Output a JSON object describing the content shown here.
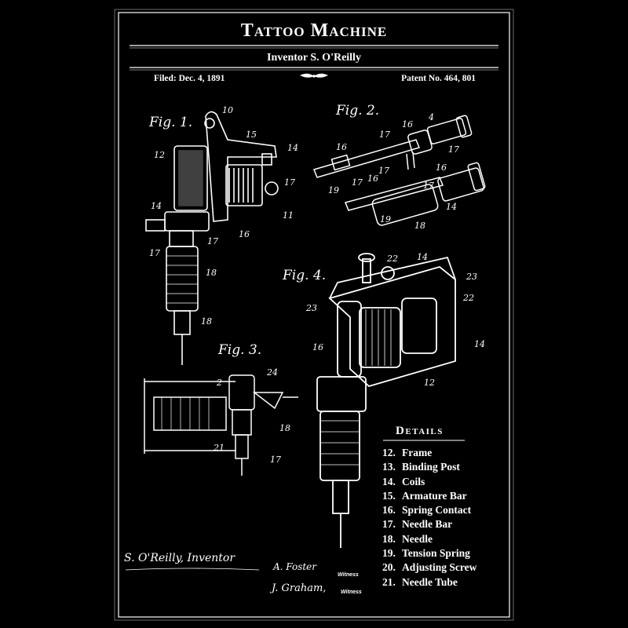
{
  "header": {
    "title": "Tattoo Machine",
    "inventor_line": "Inventor S. O'Reilly",
    "filed": "Filed: Dec. 4, 1891",
    "patent": "Patent No. 464, 801"
  },
  "figures": [
    {
      "label": "Fig. 1."
    },
    {
      "label": "Fig. 2."
    },
    {
      "label": "Fig. 3."
    },
    {
      "label": "Fig. 4."
    }
  ],
  "callouts": {
    "fig1": [
      "10",
      "15",
      "12",
      "14",
      "17",
      "11",
      "14",
      "16",
      "17",
      "17",
      "18",
      "18"
    ],
    "fig2": [
      "16",
      "17",
      "16",
      "4",
      "17",
      "16",
      "17",
      "17",
      "16",
      "19",
      "14",
      "19",
      "18",
      "17"
    ],
    "fig3": [
      "2",
      "24",
      "18",
      "21",
      "17"
    ],
    "fig4": [
      "22",
      "14",
      "23",
      "22",
      "23",
      "16",
      "14",
      "12"
    ]
  },
  "details": {
    "title": "Details",
    "items": [
      {
        "num": "12.",
        "label": "Frame"
      },
      {
        "num": "13.",
        "label": "Binding Post"
      },
      {
        "num": "14.",
        "label": "Coils"
      },
      {
        "num": "15.",
        "label": "Armature Bar"
      },
      {
        "num": "16.",
        "label": "Spring Contact"
      },
      {
        "num": "17.",
        "label": "Needle Bar"
      },
      {
        "num": "18.",
        "label": "Needle"
      },
      {
        "num": "19.",
        "label": "Tension Spring"
      },
      {
        "num": "20.",
        "label": "Adjusting Screw"
      },
      {
        "num": "21.",
        "label": "Needle Tube"
      }
    ]
  },
  "signatures": {
    "inventor": "S. O'Reilly, Inventor",
    "witness1": "A. Foster",
    "witness2": "J. Graham,",
    "witness_word": "Witness"
  },
  "colors": {
    "background": "#000000",
    "ink": "#ffffff"
  }
}
